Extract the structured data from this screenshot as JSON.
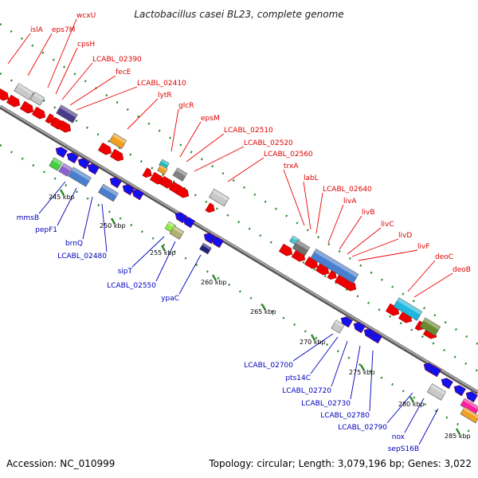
{
  "title": "Lactobacillus casei BL23, complete genome",
  "footer": {
    "accession": "Accession: NC_010999",
    "summary": "Topology: circular; Length: 3,079,196 bp; Genes: 3,022"
  },
  "colors": {
    "backbone": "#7a7a7a",
    "tick": "#2e8b2e",
    "forward_label": "#dd0000",
    "reverse_label": "#0000bb",
    "forward_gene": "#ee0000",
    "reverse_gene": "#1111ee"
  },
  "kbp_labels": [
    "245 kbp",
    "250 kbp",
    "255 kbp",
    "260 kbp",
    "265 kbp",
    "270 kbp",
    "275 kbp",
    "280 kbp",
    "285 kbp"
  ],
  "forward_genes": [
    "islA",
    "eps7M",
    "wcxU",
    "cpsH",
    "LCABL_02390",
    "fecE",
    "LCABL_02410",
    "lytR",
    "glcR",
    "epsM",
    "LCABL_02510",
    "LCABL_02520",
    "LCABL_02560",
    "trxA",
    "labL",
    "LCABL_02640",
    "livA",
    "livB",
    "livC",
    "livD",
    "livF",
    "deoC",
    "deoB"
  ],
  "reverse_genes": [
    "mmsB",
    "pepF1",
    "brnQ",
    "LCABL_02480",
    "sipT",
    "LCABL_02550",
    "ypaC",
    "LCABL_02700",
    "pts14C",
    "LCABL_02720",
    "LCABL_02730",
    "LCABL_02780",
    "LCABL_02790",
    "nox",
    "sepS16B"
  ]
}
